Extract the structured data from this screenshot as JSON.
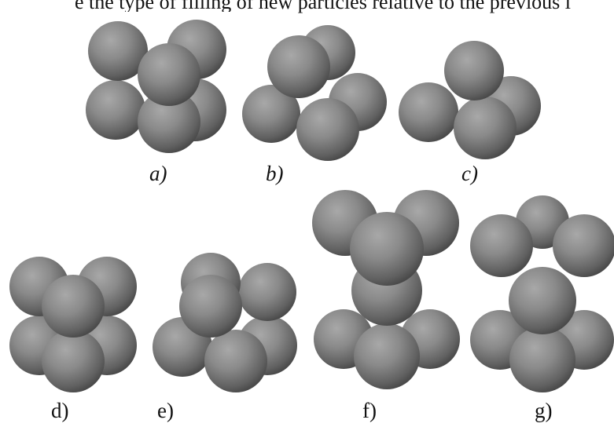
{
  "header_text": "e the type of filling of new particles relative to the previous l",
  "colors": {
    "sphere_light": "#9a9a9a",
    "sphere_mid": "#7b7b7b",
    "sphere_dark": "#4f4f4f",
    "background": "#ffffff"
  },
  "panels": [
    {
      "id": "a",
      "label": "a)"
    },
    {
      "id": "b",
      "label": "b)"
    },
    {
      "id": "c",
      "label": "c)"
    },
    {
      "id": "d",
      "label": "d)"
    },
    {
      "id": "e",
      "label": "e)"
    },
    {
      "id": "f",
      "label": "f)"
    },
    {
      "id": "g",
      "label": "g)"
    }
  ]
}
